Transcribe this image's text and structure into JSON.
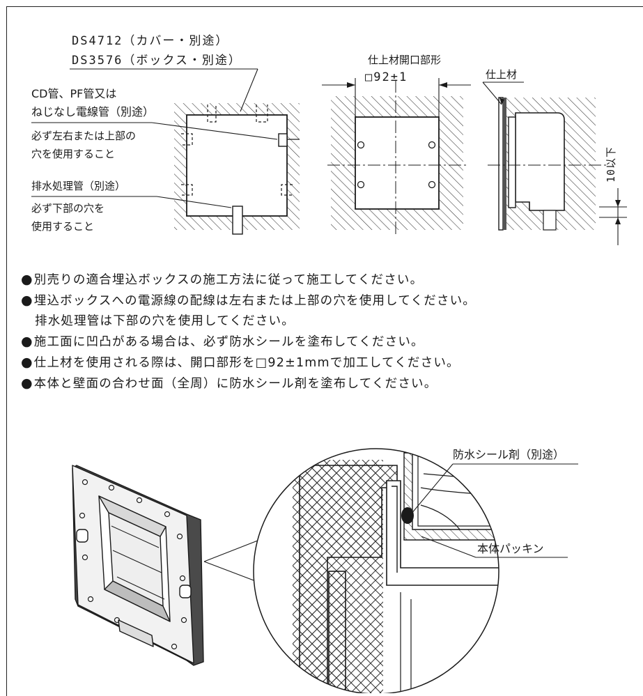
{
  "top_left": {
    "model_cover": "DS4712（カバー・別途）",
    "model_box": "DS3576（ボックス・別途）",
    "conduit_label_1": "CD管、PF管又は",
    "conduit_label_2": "ねじなし電線管（別途）",
    "side_hole_1": "必ず左右または上部の",
    "side_hole_2": "穴を使用すること",
    "drain_label": "排水処理管（別途）",
    "bottom_hole_1": "必ず下部の穴を",
    "bottom_hole_2": "使用すること"
  },
  "top_middle": {
    "opening_title": "仕上材開口部形",
    "opening_size": "□92±1"
  },
  "top_right": {
    "finish_label": "仕上材",
    "depth_label": "10以下"
  },
  "notes": [
    {
      "text": "別売りの適合埋込ボックスの施工方法に従って施工してください。",
      "bullet": true
    },
    {
      "text": "埋込ボックスへの電源線の配線は左右または上部の穴を使用してください。",
      "bullet": true
    },
    {
      "text": "排水処理管は下部の穴を使用してください。",
      "bullet": false
    },
    {
      "text": "施工面に凹凸がある場合は、必ず防水シールを塗布してください。",
      "bullet": true
    },
    {
      "text": "仕上材を使用される際は、開口部形を□92±1mmで加工してください。",
      "bullet": true
    },
    {
      "text": "本体と壁面の合わせ面（全周）に防水シール剤を塗布してください。",
      "bullet": true
    }
  ],
  "bottom": {
    "sealant_label": "防水シール剤（別途）",
    "gasket_label": "本体パッキン"
  },
  "colors": {
    "line": "#1a1a1a",
    "hatch": "#333333",
    "background": "#ffffff"
  }
}
